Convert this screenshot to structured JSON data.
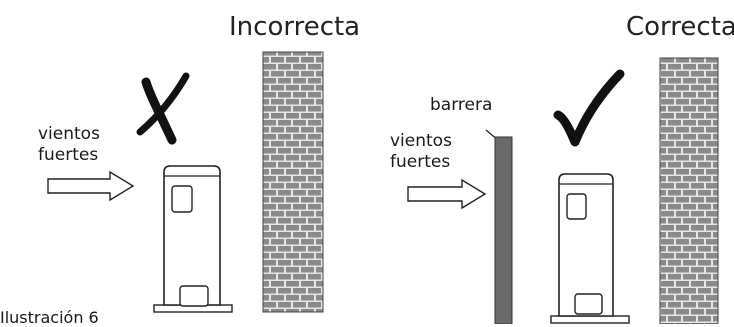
{
  "panels": {
    "incorrect": {
      "title": "Incorrecta",
      "wind_label_line1": "vientos",
      "wind_label_line2": "fuertes",
      "mark_icon": "cross-mark-icon"
    },
    "correct": {
      "title": "Correcta",
      "barrier_label": "barrera",
      "wind_label_line1": "vientos",
      "wind_label_line2": "fuertes",
      "mark_icon": "check-mark-icon"
    }
  },
  "caption": "Ilustración 6",
  "colors": {
    "brick_fill": "#8a8a8a",
    "brick_mortar": "#e6e6e6",
    "barrier_fill": "#6a6a6a",
    "outline": "#222222"
  }
}
